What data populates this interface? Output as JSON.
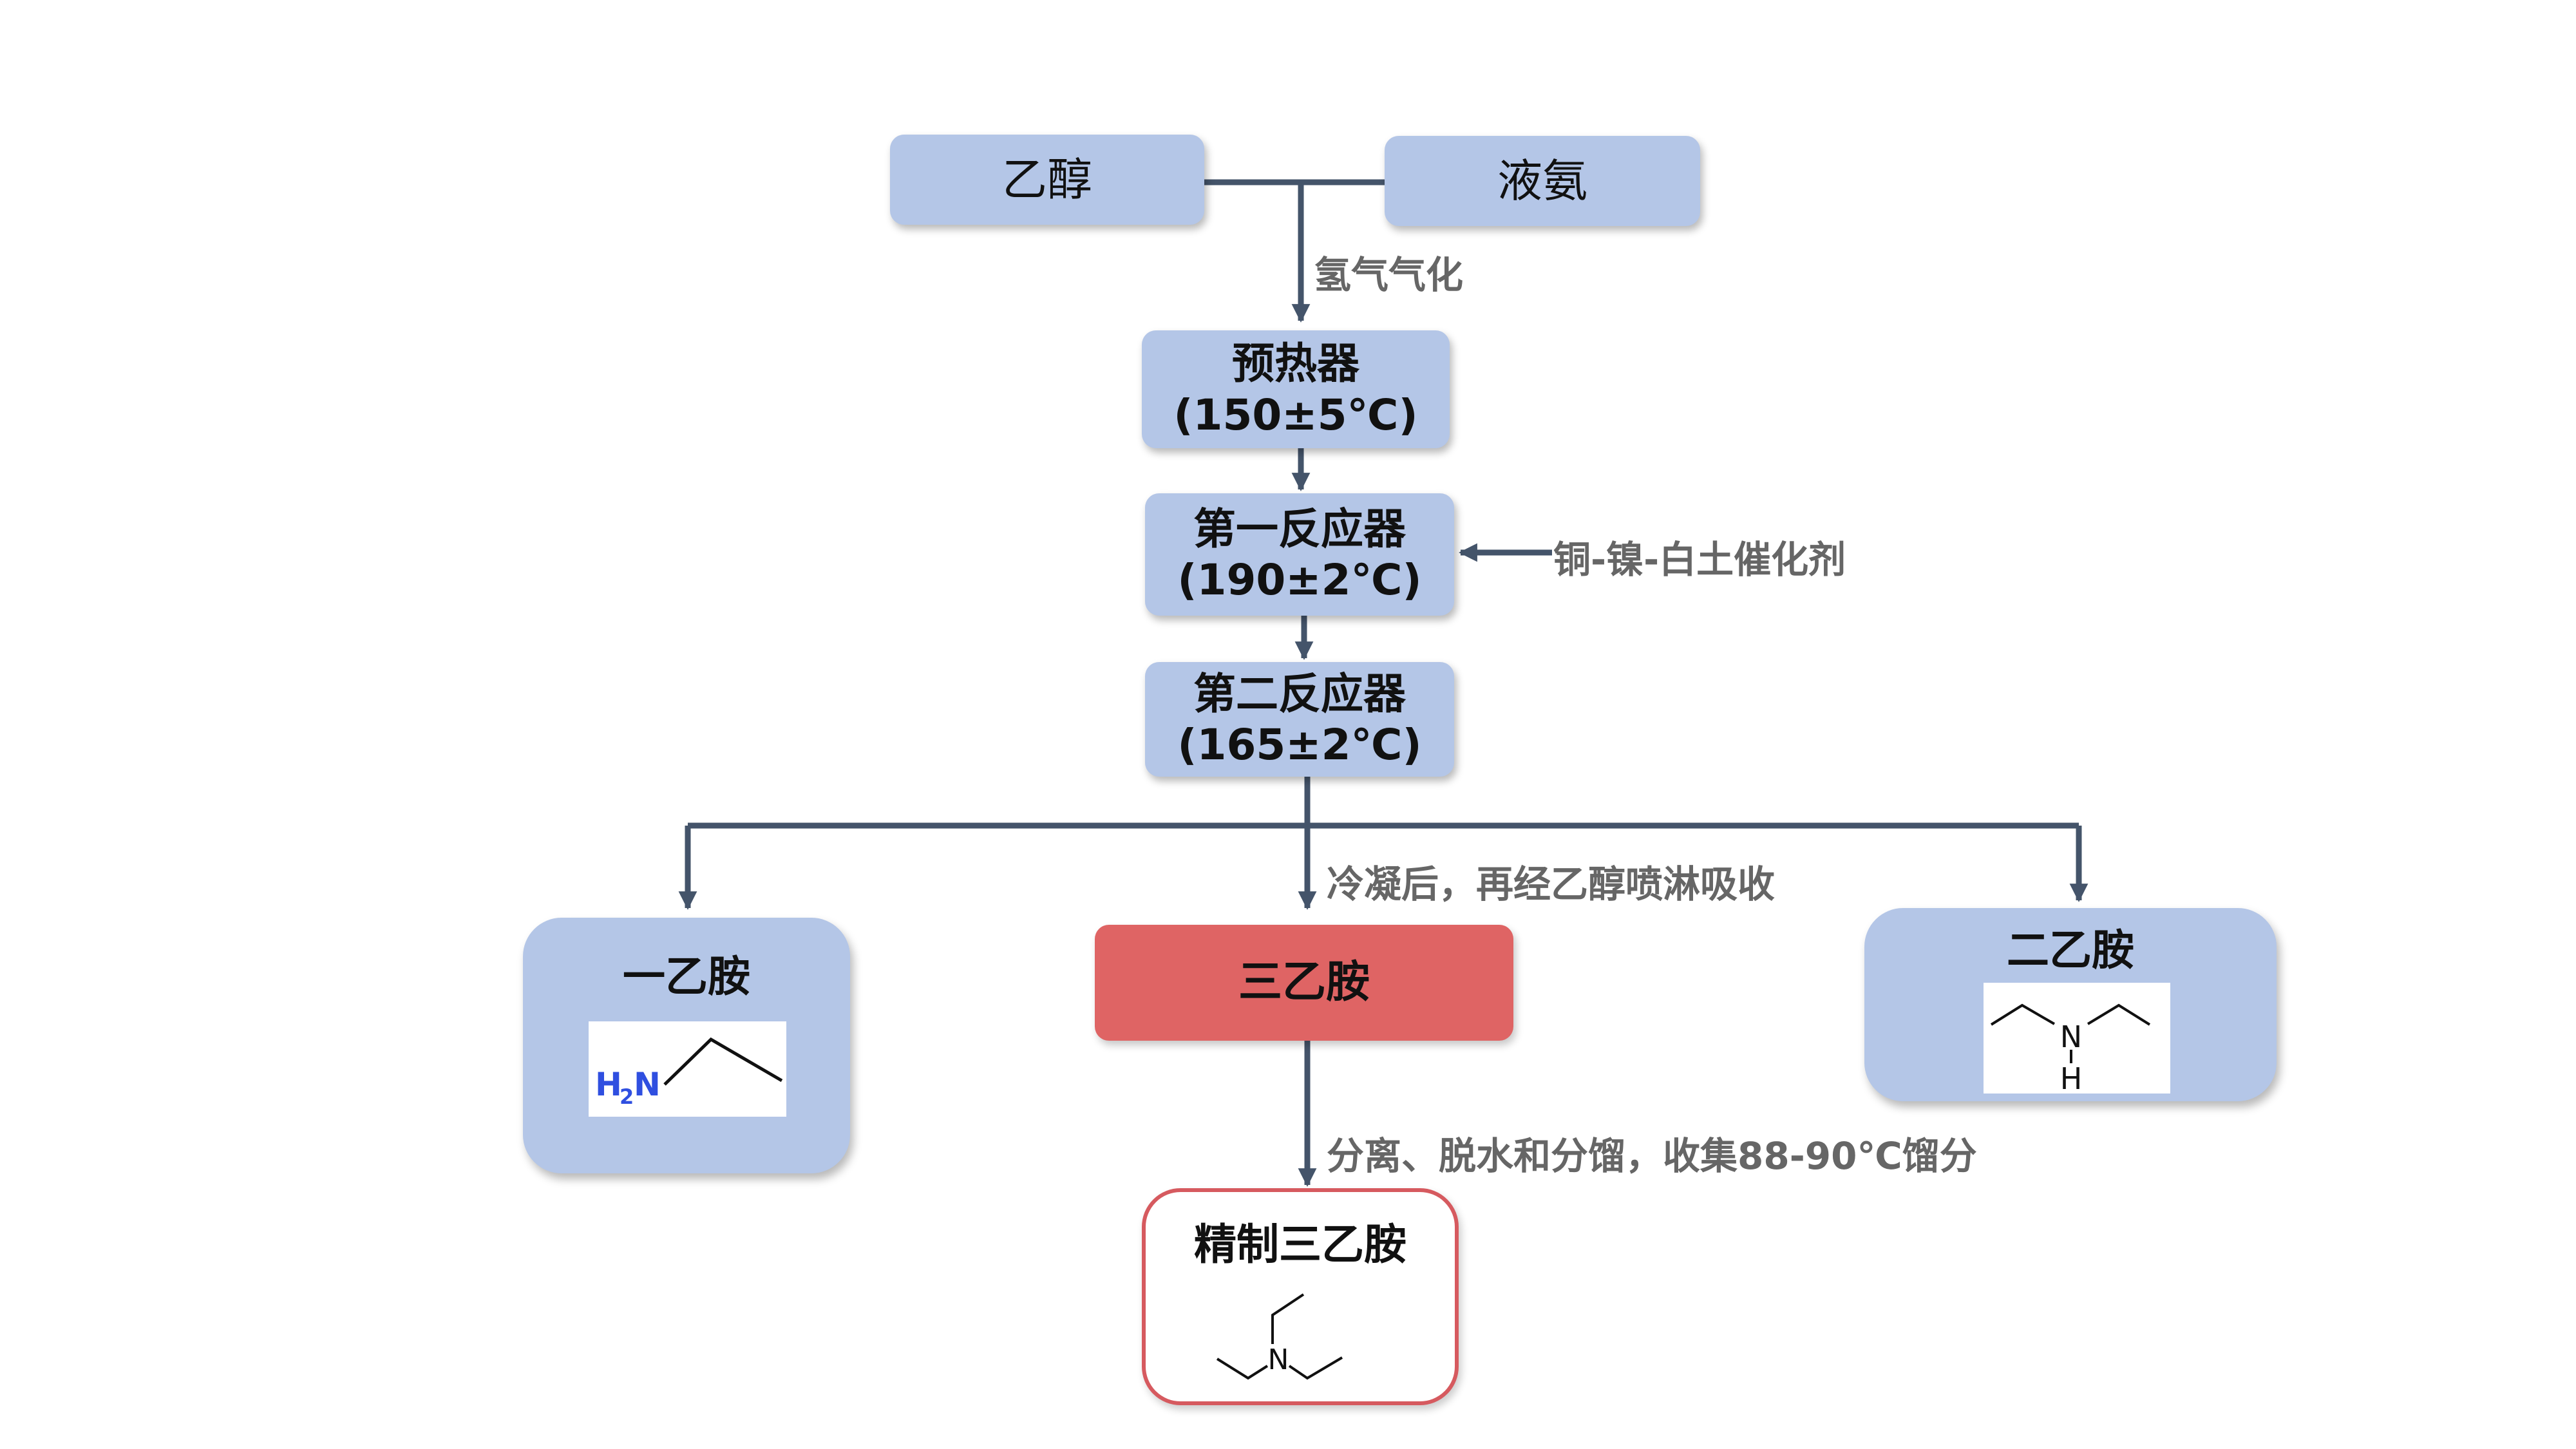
{
  "inputs": {
    "ethanol": "乙醇",
    "liquid_ammonia": "液氨"
  },
  "labels": {
    "hydrogen_gasification": "氢气气化",
    "catalyst": "铜-镍-白土催化剂",
    "condense_absorb": "冷凝后，再经乙醇喷淋吸收",
    "separation": "分离、脱水和分馏，收集88-90℃馏分"
  },
  "units": {
    "preheater": {
      "name": "预热器",
      "temp": "(150±5℃)"
    },
    "reactor1": {
      "name": "第一反应器",
      "temp": "(190±2℃)"
    },
    "reactor2": {
      "name": "第二反应器",
      "temp": "(165±2℃)"
    }
  },
  "products": {
    "monoethylamine": {
      "name": "一乙胺",
      "formula_h": "H",
      "formula_sub": "2",
      "formula_n": "N"
    },
    "triethylamine": {
      "name": "三乙胺"
    },
    "diethylamine": {
      "name": "二乙胺",
      "n": "N",
      "h": "H"
    },
    "refined": {
      "name": "精制三乙胺",
      "n": "N"
    }
  },
  "colors": {
    "box_blue": "#b4c6e7",
    "highlight_red": "#df6464",
    "outline_red": "#d65a5f",
    "connector": "#44546a",
    "label_gray": "#666666",
    "nitrogen_blue": "#2f4fe0"
  }
}
